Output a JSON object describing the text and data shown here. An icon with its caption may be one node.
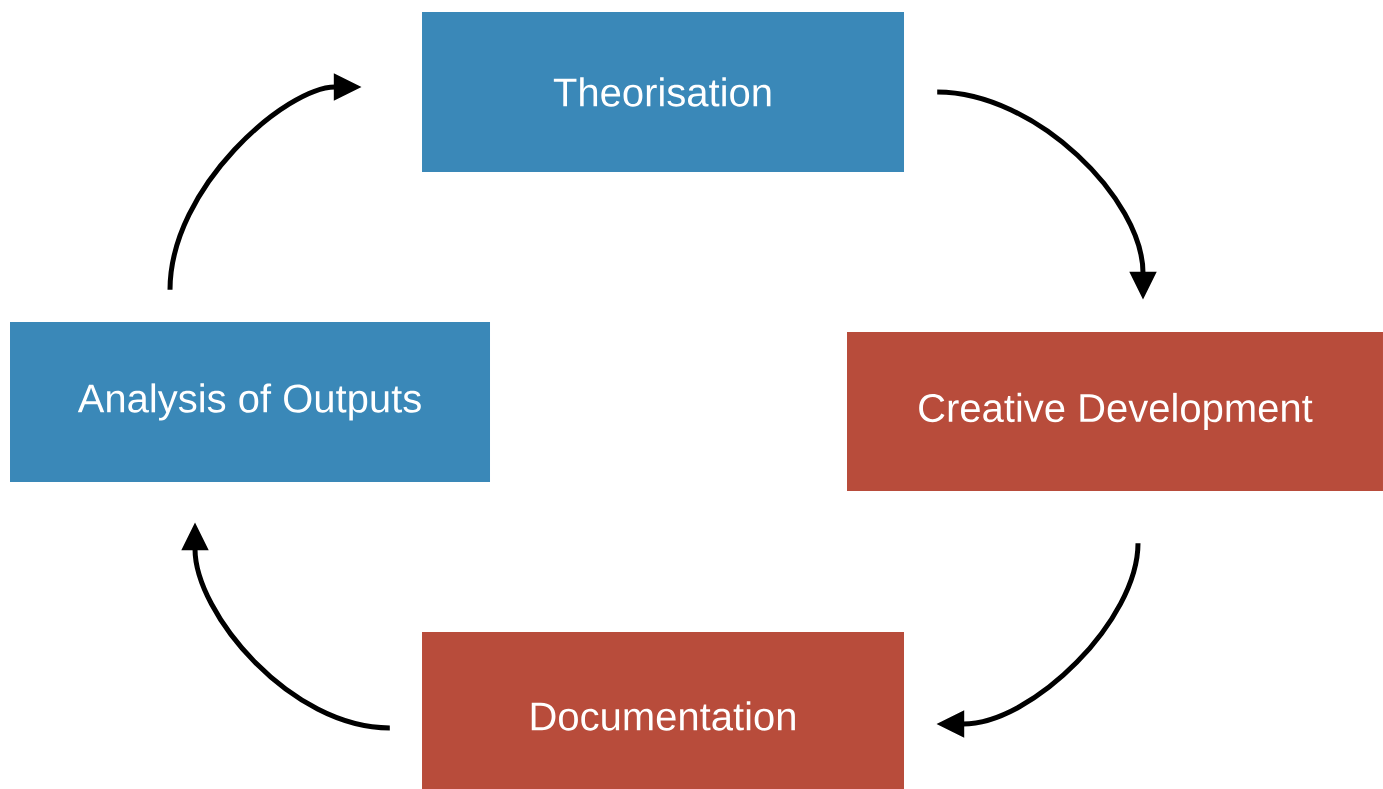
{
  "diagram": {
    "nodes": [
      {
        "text": [
          "Theorisation"
        ]
      },
      {
        "text": [
          "Creative Development"
        ]
      },
      {
        "text": [
          "Documentation"
        ]
      },
      {
        "text": [
          "Analysis of Outputs"
        ]
      }
    ],
    "edges": [
      {
        "from": 0,
        "to": 1,
        "arrow": "to"
      },
      {
        "from": 1,
        "to": 2,
        "arrow": "to"
      },
      {
        "from": 2,
        "to": 3,
        "arrow": "to"
      },
      {
        "from": 3,
        "to": 0,
        "arrow": "to"
      }
    ]
  }
}
